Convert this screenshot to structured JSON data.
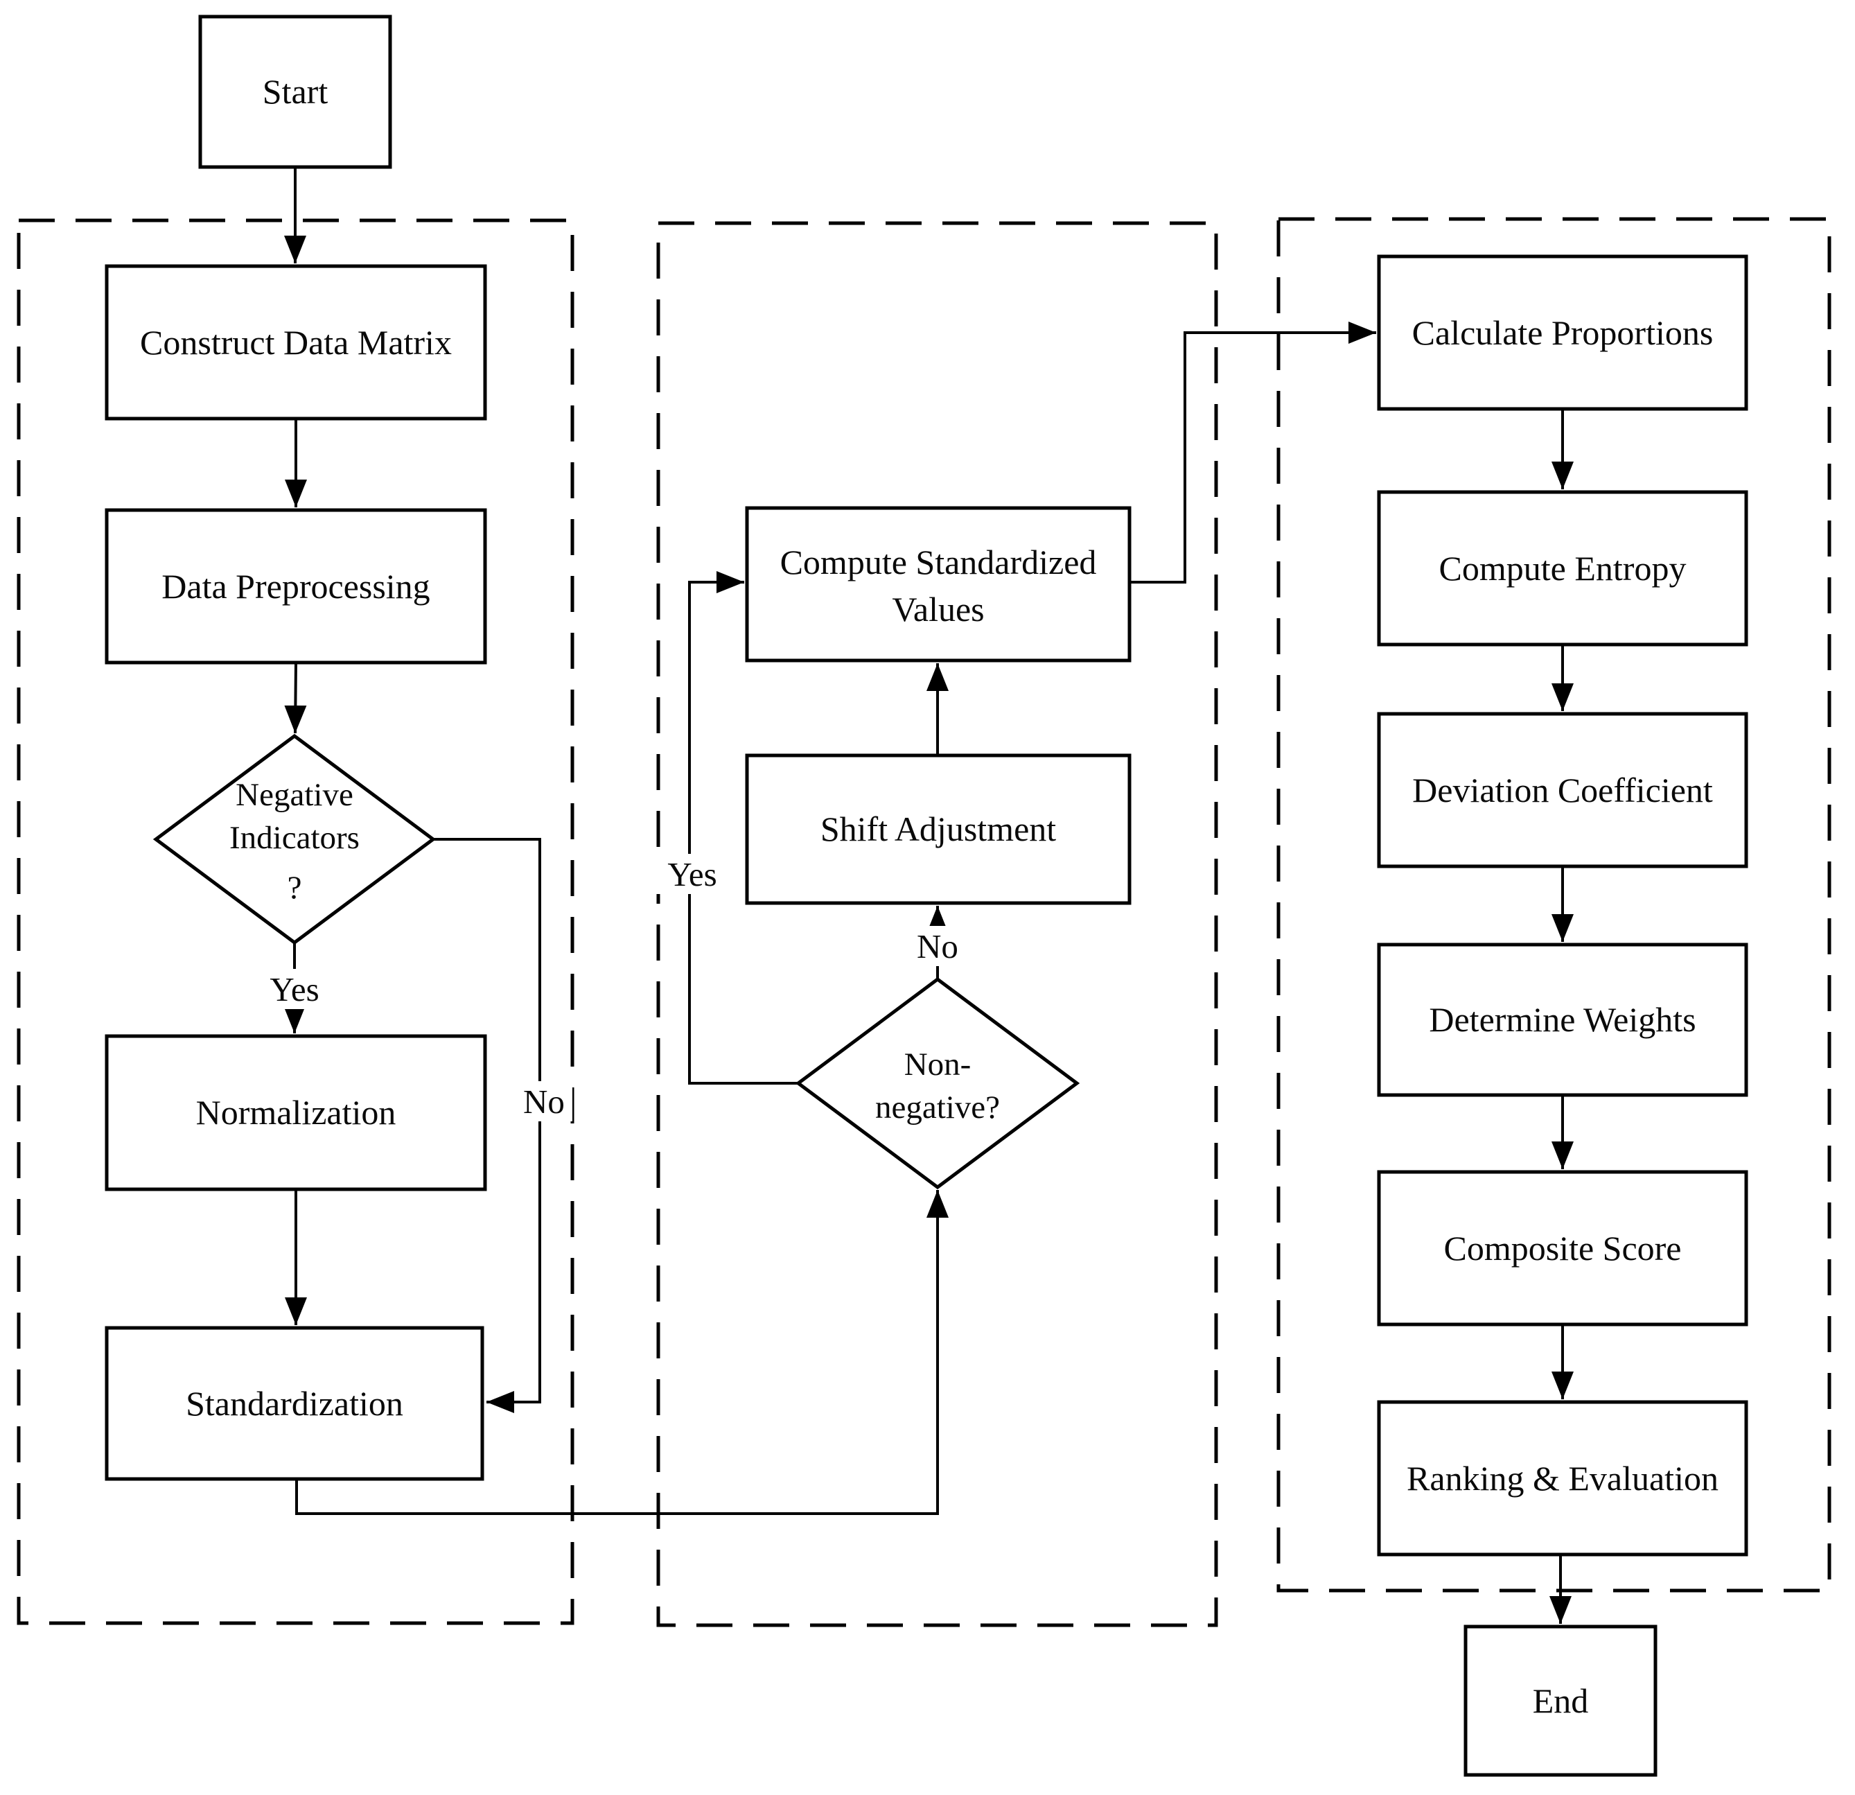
{
  "nodes": {
    "start": {
      "label": "Start"
    },
    "construct_data_matrix": {
      "label": "Construct Data Matrix"
    },
    "data_preprocessing": {
      "label": "Data Preprocessing"
    },
    "negative_indicators_decision": {
      "label_line1": "Negative",
      "label_line2": "Indicators",
      "label_line3": "?"
    },
    "normalization": {
      "label": "Normalization"
    },
    "standardization": {
      "label": "Standardization"
    },
    "compute_standardized_values": {
      "label_line1": "Compute Standardized",
      "label_line2": "Values"
    },
    "shift_adjustment": {
      "label": "Shift Adjustment"
    },
    "non_negative_decision": {
      "label_line1": "Non-",
      "label_line2": "negative?"
    },
    "calculate_proportions": {
      "label": "Calculate Proportions"
    },
    "compute_entropy": {
      "label": "Compute Entropy"
    },
    "deviation_coefficient": {
      "label": "Deviation Coefficient"
    },
    "determine_weights": {
      "label": "Determine Weights"
    },
    "composite_score": {
      "label": "Composite Score"
    },
    "ranking_evaluation": {
      "label": "Ranking & Evaluation"
    },
    "end": {
      "label": "End"
    }
  },
  "edge_labels": {
    "negative_indicators_yes": "Yes",
    "negative_indicators_no": "No",
    "non_negative_yes": "Yes",
    "non_negative_no": "No"
  },
  "colors": {
    "stroke": "#000000",
    "background": "#ffffff",
    "text": "#0a0a0a"
  }
}
